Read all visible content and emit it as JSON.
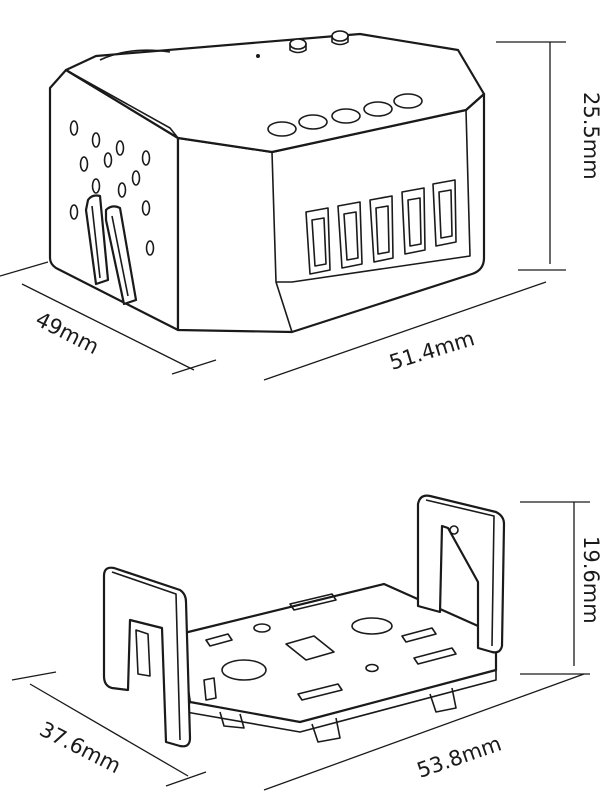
{
  "module": {
    "dims": {
      "depth": "49mm",
      "width": "51.4mm",
      "height": "25.5mm"
    }
  },
  "bracket": {
    "dims": {
      "depth": "37.6mm",
      "width": "53.8mm",
      "height": "19.6mm"
    }
  }
}
